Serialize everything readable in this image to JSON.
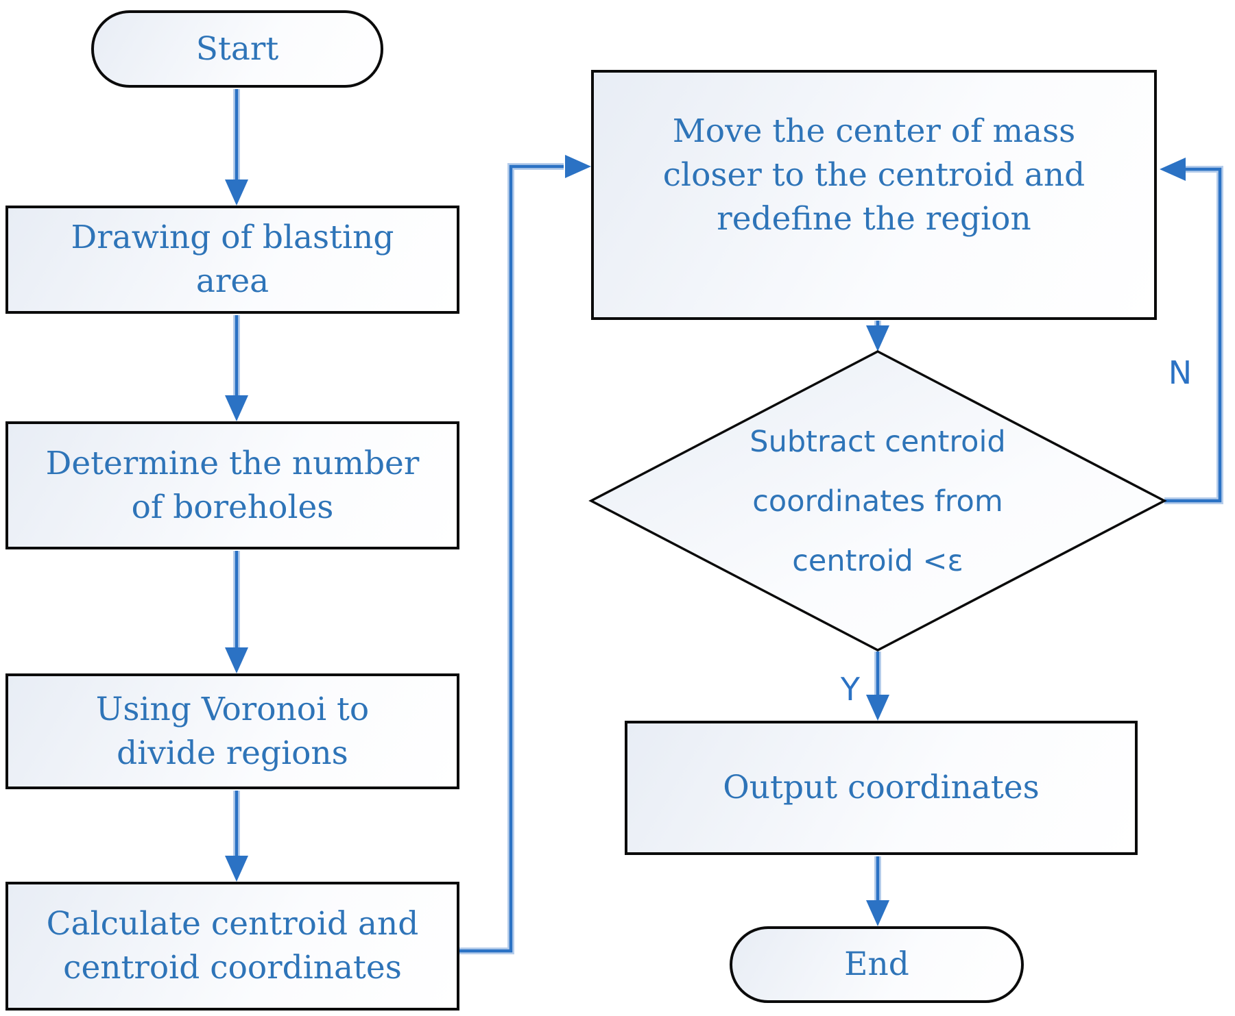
{
  "palette": {
    "node_border": "#0b0b0b",
    "node_text_blue": "#2e74b8",
    "connector_blue": "#2b72c4",
    "connector_halo": "#b6cdeb",
    "node_fill_tint": "#e8edf5"
  },
  "nodes": {
    "start": {
      "type": "terminator",
      "lines": [
        "Start"
      ]
    },
    "drawing": {
      "type": "process",
      "lines": [
        "Drawing of blasting",
        "area"
      ]
    },
    "boreholes": {
      "type": "process",
      "lines": [
        "Determine the number",
        "of boreholes"
      ]
    },
    "voronoi": {
      "type": "process",
      "lines": [
        "Using Voronoi to",
        "divide regions"
      ]
    },
    "calculate": {
      "type": "process",
      "lines": [
        "Calculate centroid and",
        "centroid coordinates"
      ]
    },
    "move": {
      "type": "process",
      "lines": [
        "Move the center of mass",
        "closer to the centroid and",
        "redefine the region"
      ]
    },
    "decision": {
      "type": "decision",
      "lines": [
        "Subtract centroid",
        "coordinates from",
        "centroid <ε"
      ]
    },
    "output": {
      "type": "process",
      "lines": [
        "Output coordinates"
      ]
    },
    "end": {
      "type": "terminator",
      "lines": [
        "End"
      ]
    }
  },
  "edge_labels": {
    "yes": "Y",
    "no": "N"
  }
}
